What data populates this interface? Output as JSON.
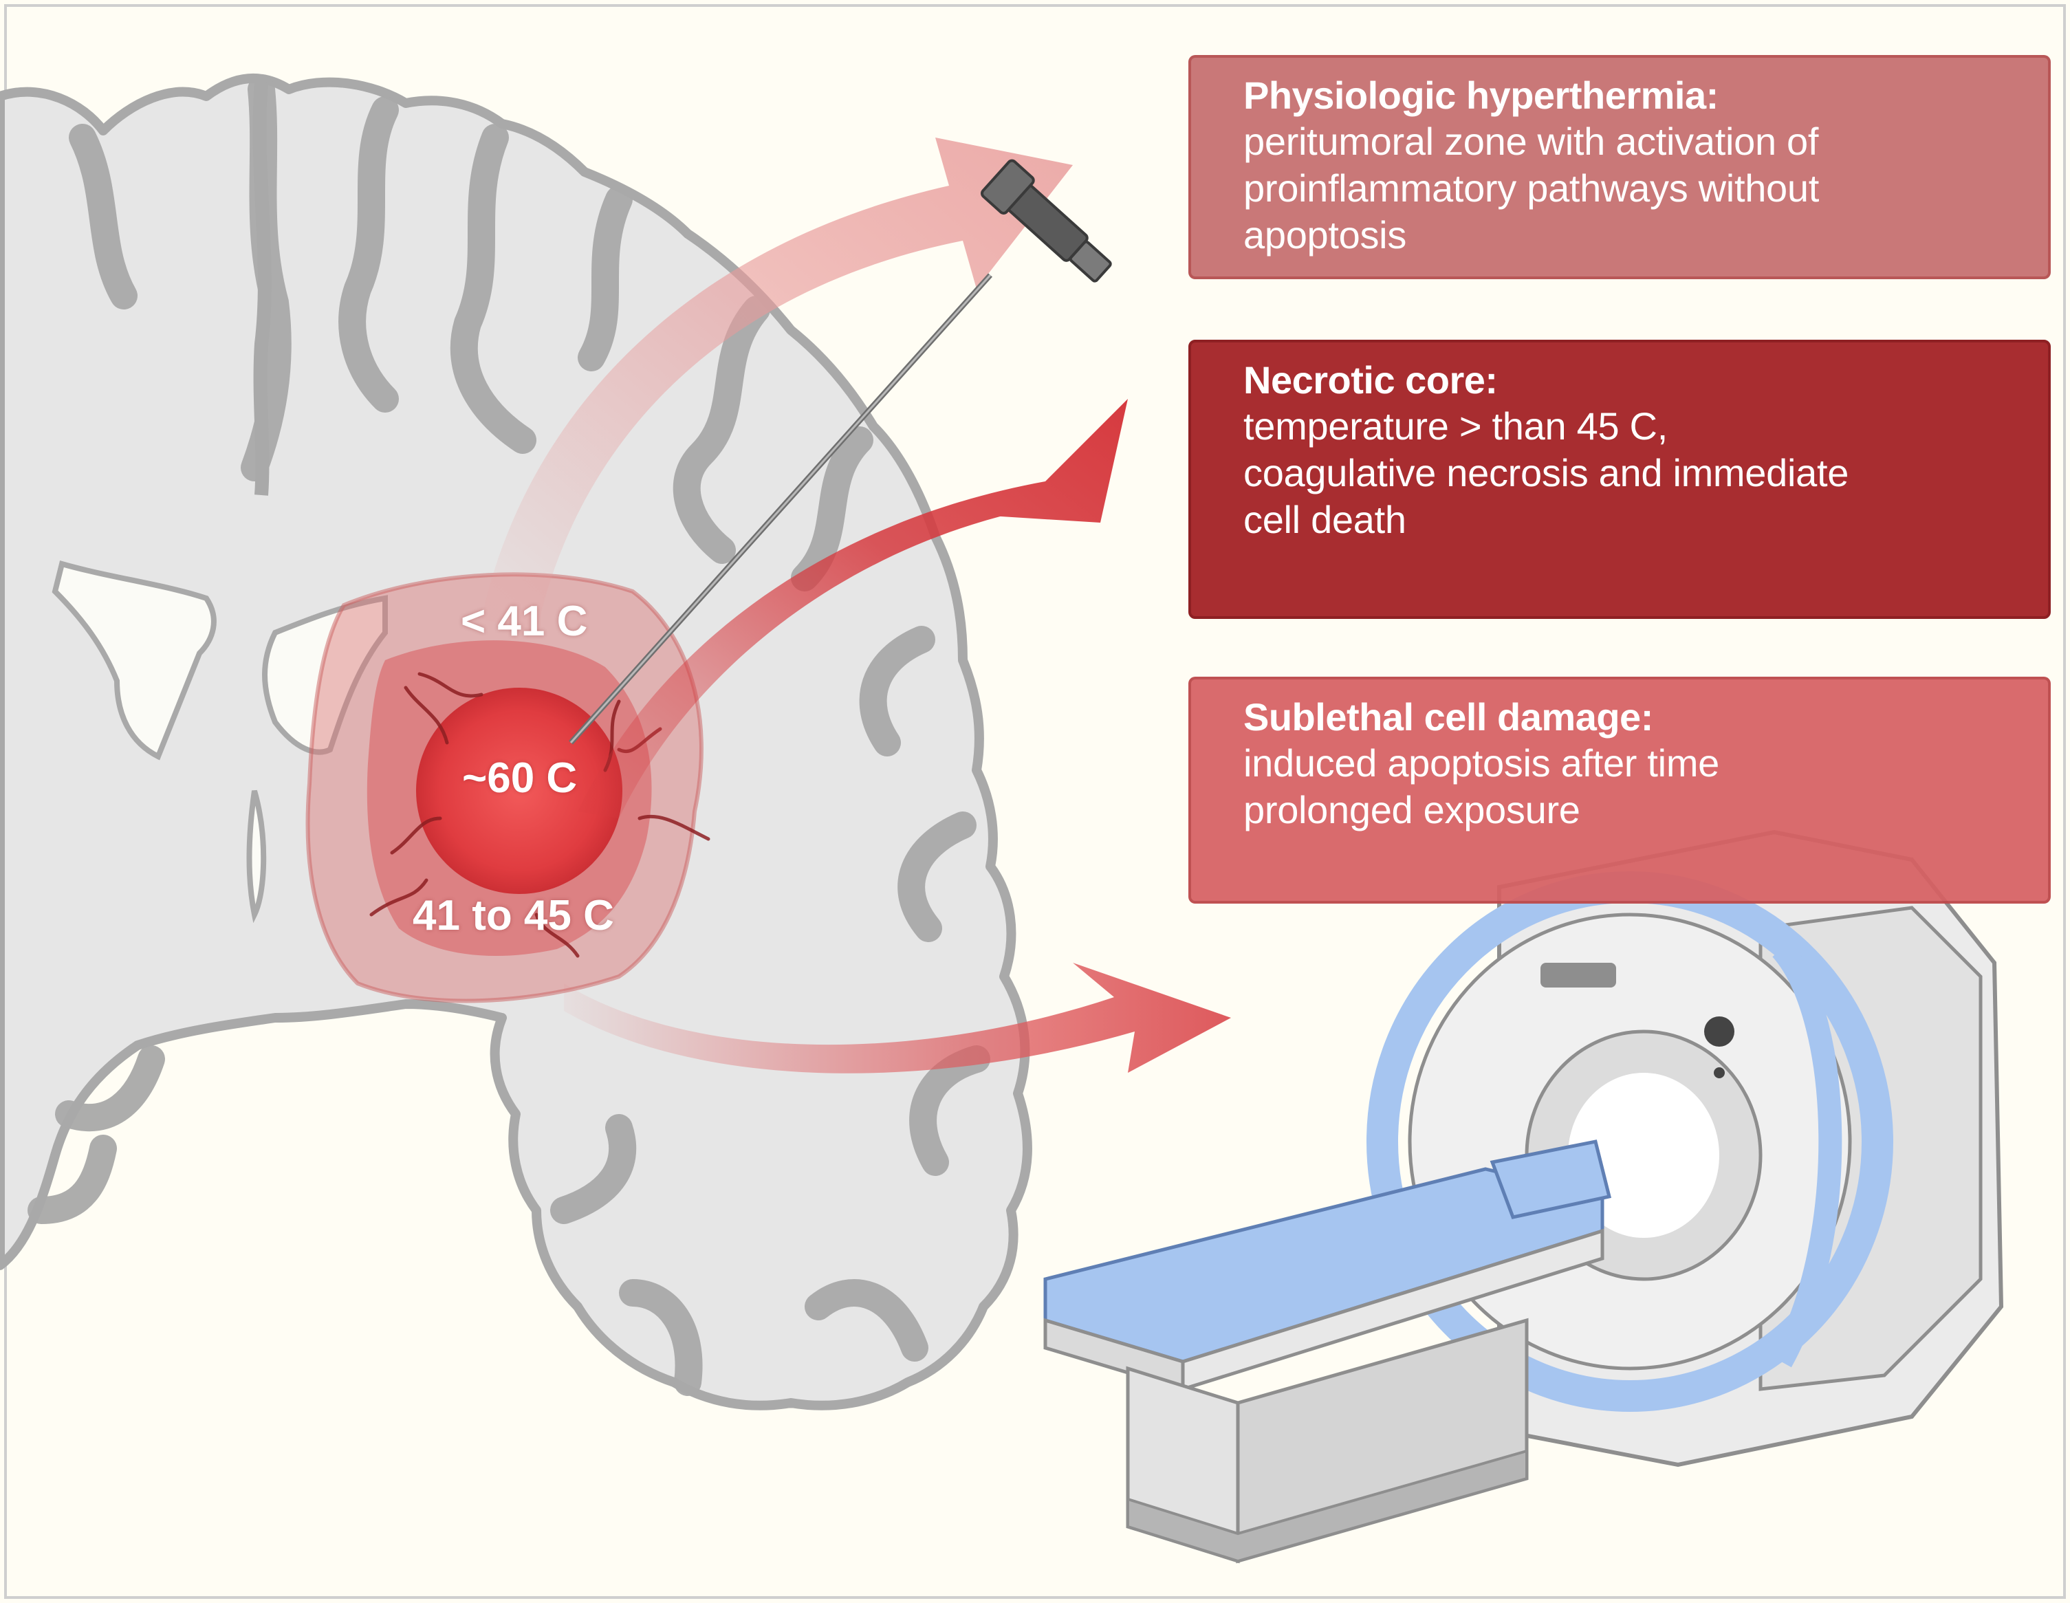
{
  "colors": {
    "background": "#fffdf4",
    "brain_fill": "#e6e6e6",
    "brain_outline": "#a9a9a9",
    "hyperthermia_box": "#c97878",
    "necrotic_box": "#a82d30",
    "sublethal_box": "#d66062",
    "mri_blue": "#a6c5f0"
  },
  "zones": {
    "outer_label": "< 41 C",
    "core_label": "~60 C",
    "middle_label": "41 to 45 C"
  },
  "boxes": {
    "hyperthermia": {
      "title": "Physiologic hyperthermia:",
      "lines": [
        "peritumoral zone with activation of",
        "proinflammatory pathways without",
        "apoptosis"
      ]
    },
    "necrotic": {
      "title": "Necrotic core:",
      "lines": [
        "temperature > than 45 C,",
        "coagulative necrosis and immediate",
        "cell death"
      ]
    },
    "sublethal": {
      "title": "Sublethal cell damage:",
      "lines": [
        "induced apoptosis after time",
        "prolonged exposure"
      ]
    }
  },
  "icons": [
    "brain-coronal-section-icon",
    "laser-probe-icon",
    "mri-scanner-icon"
  ]
}
